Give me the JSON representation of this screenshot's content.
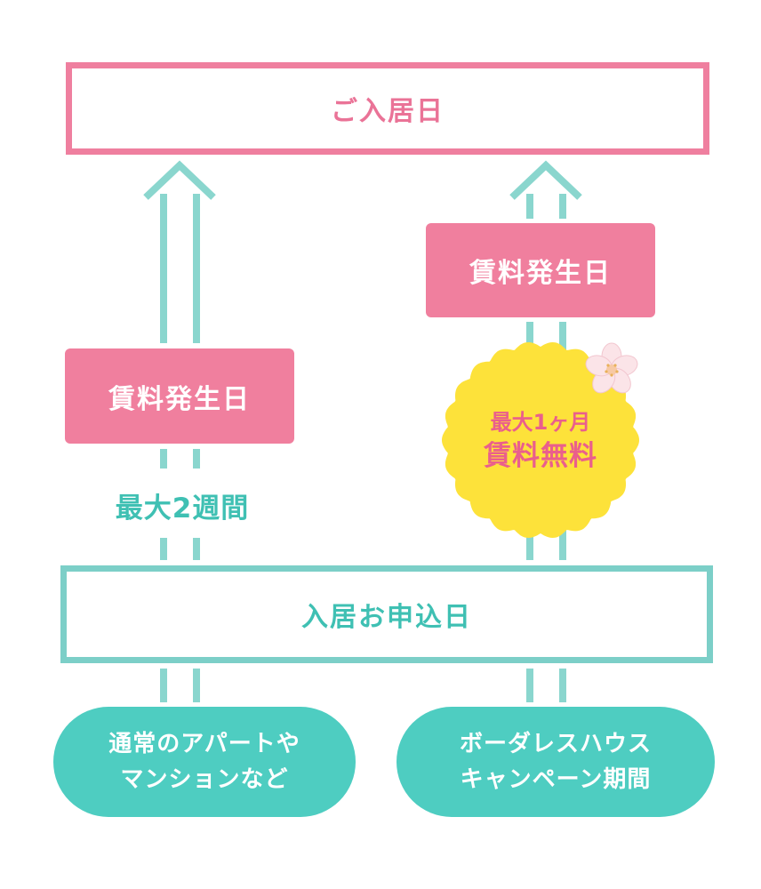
{
  "top_box": {
    "label": "ご入居日"
  },
  "left_flow": {
    "rent_start_label": "賃料発生日",
    "gap_label": "最大2週間",
    "origin_line1": "通常のアパートや",
    "origin_line2": "マンションなど"
  },
  "right_flow": {
    "rent_start_label": "賃料発生日",
    "badge_line1": "最大1ヶ月",
    "badge_line2": "賃料無料",
    "origin_line1": "ボーダレスハウス",
    "origin_line2": "キャンペーン期間"
  },
  "bottom_box": {
    "label": "入居お申込日"
  },
  "icons": {
    "flower": "sakura-flower-icon",
    "arrows": "double-line-up-arrow-icon"
  },
  "colors": {
    "pink": "#f07f9e",
    "pink_text": "#ea7397",
    "teal": "#4ecdc1",
    "teal_line": "#8ad6ce",
    "teal_text": "#3fc0b3",
    "badge_yellow": "#fde23a",
    "badge_text": "#ea5f8c"
  }
}
